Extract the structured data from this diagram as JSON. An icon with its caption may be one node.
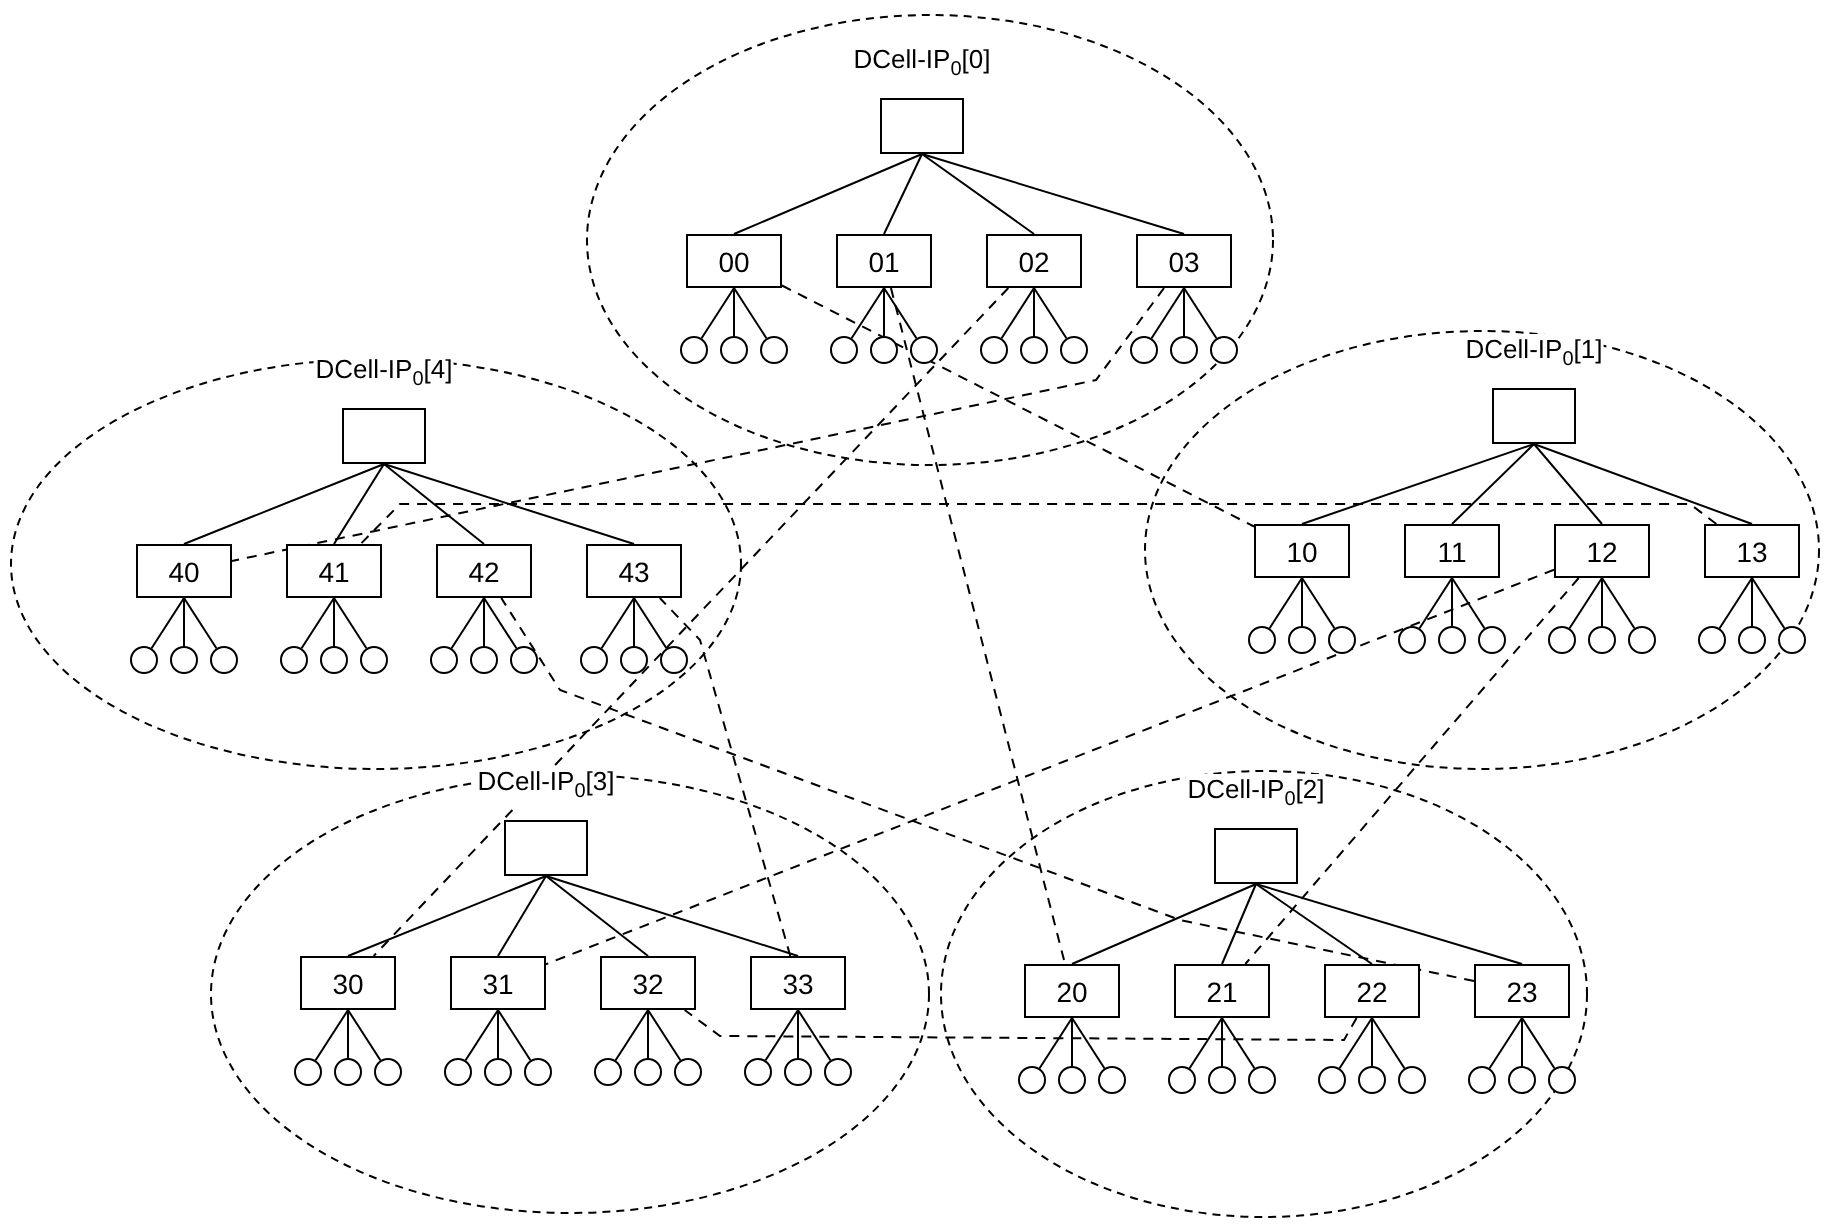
{
  "diagram": {
    "nodes": [
      {
        "text": [
          "DCell-IP$_{0}$[0]"
        ]
      },
      {
        "text": [],
        "shape": "box",
        "in": 0
      },
      {
        "text": [
          "00"
        ],
        "in": 0
      },
      {
        "text": [
          "01"
        ],
        "in": 0
      },
      {
        "text": [
          "02"
        ],
        "in": 0
      },
      {
        "text": [
          "03"
        ],
        "in": 0
      },
      {
        "text": [],
        "shape": "circle",
        "in": 0
      },
      {
        "text": [],
        "shape": "circle",
        "in": 0
      },
      {
        "text": [],
        "shape": "circle",
        "in": 0
      },
      {
        "text": [],
        "shape": "circle",
        "in": 0
      },
      {
        "text": [],
        "shape": "circle",
        "in": 0
      },
      {
        "text": [],
        "shape": "circle",
        "in": 0
      },
      {
        "text": [],
        "shape": "circle",
        "in": 0
      },
      {
        "text": [],
        "shape": "circle",
        "in": 0
      },
      {
        "text": [],
        "shape": "circle",
        "in": 0
      },
      {
        "text": [],
        "shape": "circle",
        "in": 0
      },
      {
        "text": [],
        "shape": "circle",
        "in": 0
      },
      {
        "text": [],
        "shape": "circle",
        "in": 0
      },
      {
        "text": [
          "DCell-IP$_{0}$[1]"
        ]
      },
      {
        "text": [],
        "shape": "box",
        "in": 18
      },
      {
        "text": [
          "10"
        ],
        "in": 18
      },
      {
        "text": [
          "11"
        ],
        "in": 18
      },
      {
        "text": [
          "12"
        ],
        "in": 18
      },
      {
        "text": [
          "13"
        ],
        "in": 18
      },
      {
        "text": [],
        "shape": "circle",
        "in": 18
      },
      {
        "text": [],
        "shape": "circle",
        "in": 18
      },
      {
        "text": [],
        "shape": "circle",
        "in": 18
      },
      {
        "text": [],
        "shape": "circle",
        "in": 18
      },
      {
        "text": [],
        "shape": "circle",
        "in": 18
      },
      {
        "text": [],
        "shape": "circle",
        "in": 18
      },
      {
        "text": [],
        "shape": "circle",
        "in": 18
      },
      {
        "text": [],
        "shape": "circle",
        "in": 18
      },
      {
        "text": [],
        "shape": "circle",
        "in": 18
      },
      {
        "text": [],
        "shape": "circle",
        "in": 18
      },
      {
        "text": [],
        "shape": "circle",
        "in": 18
      },
      {
        "text": [],
        "shape": "circle",
        "in": 18
      },
      {
        "text": [
          "DCell-IP$_{0}$[2]"
        ]
      },
      {
        "text": [],
        "shape": "box",
        "in": 36
      },
      {
        "text": [
          "20"
        ],
        "in": 36
      },
      {
        "text": [
          "21"
        ],
        "in": 36
      },
      {
        "text": [
          "22"
        ],
        "in": 36
      },
      {
        "text": [
          "23"
        ],
        "in": 36
      },
      {
        "text": [],
        "shape": "circle",
        "in": 36
      },
      {
        "text": [],
        "shape": "circle",
        "in": 36
      },
      {
        "text": [],
        "shape": "circle",
        "in": 36
      },
      {
        "text": [],
        "shape": "circle",
        "in": 36
      },
      {
        "text": [],
        "shape": "circle",
        "in": 36
      },
      {
        "text": [],
        "shape": "circle",
        "in": 36
      },
      {
        "text": [],
        "shape": "circle",
        "in": 36
      },
      {
        "text": [],
        "shape": "circle",
        "in": 36
      },
      {
        "text": [],
        "shape": "circle",
        "in": 36
      },
      {
        "text": [],
        "shape": "circle",
        "in": 36
      },
      {
        "text": [],
        "shape": "circle",
        "in": 36
      },
      {
        "text": [],
        "shape": "circle",
        "in": 36
      },
      {
        "text": [
          "DCell-IP$_{0}$[3]"
        ]
      },
      {
        "text": [],
        "shape": "box",
        "in": 54
      },
      {
        "text": [
          "30"
        ],
        "in": 54
      },
      {
        "text": [
          "31"
        ],
        "in": 54
      },
      {
        "text": [
          "32"
        ],
        "in": 54
      },
      {
        "text": [
          "33"
        ],
        "in": 54
      },
      {
        "text": [],
        "shape": "circle",
        "in": 54
      },
      {
        "text": [],
        "shape": "circle",
        "in": 54
      },
      {
        "text": [],
        "shape": "circle",
        "in": 54
      },
      {
        "text": [],
        "shape": "circle",
        "in": 54
      },
      {
        "text": [],
        "shape": "circle",
        "in": 54
      },
      {
        "text": [],
        "shape": "circle",
        "in": 54
      },
      {
        "text": [],
        "shape": "circle",
        "in": 54
      },
      {
        "text": [],
        "shape": "circle",
        "in": 54
      },
      {
        "text": [],
        "shape": "circle",
        "in": 54
      },
      {
        "text": [],
        "shape": "circle",
        "in": 54
      },
      {
        "text": [],
        "shape": "circle",
        "in": 54
      },
      {
        "text": [],
        "shape": "circle",
        "in": 54
      },
      {
        "text": [
          "DCell-IP$_{0}$[4]"
        ]
      },
      {
        "text": [],
        "shape": "box",
        "in": 72
      },
      {
        "text": [
          "40"
        ],
        "in": 72
      },
      {
        "text": [
          "41"
        ],
        "in": 72
      },
      {
        "text": [
          "42"
        ],
        "in": 72
      },
      {
        "text": [
          "43"
        ],
        "in": 72
      },
      {
        "text": [],
        "shape": "circle",
        "in": 72
      },
      {
        "text": [],
        "shape": "circle",
        "in": 72
      },
      {
        "text": [],
        "shape": "circle",
        "in": 72
      },
      {
        "text": [],
        "shape": "circle",
        "in": 72
      },
      {
        "text": [],
        "shape": "circle",
        "in": 72
      },
      {
        "text": [],
        "shape": "circle",
        "in": 72
      },
      {
        "text": [],
        "shape": "circle",
        "in": 72
      },
      {
        "text": [],
        "shape": "circle",
        "in": 72
      },
      {
        "text": [],
        "shape": "circle",
        "in": 72
      },
      {
        "text": [],
        "shape": "circle",
        "in": 72
      },
      {
        "text": [],
        "shape": "circle",
        "in": 72
      },
      {
        "text": [],
        "shape": "circle",
        "in": 72
      }
    ],
    "edges": [
      {
        "from": 1,
        "to": 2,
        "arrow": "none"
      },
      {
        "from": 1,
        "to": 3,
        "arrow": "none"
      },
      {
        "from": 1,
        "to": 4,
        "arrow": "none"
      },
      {
        "from": 1,
        "to": 5,
        "arrow": "none"
      },
      {
        "from": 2,
        "to": 6,
        "arrow": "none"
      },
      {
        "from": 2,
        "to": 7,
        "arrow": "none"
      },
      {
        "from": 2,
        "to": 8,
        "arrow": "none"
      },
      {
        "from": 3,
        "to": 9,
        "arrow": "none"
      },
      {
        "from": 3,
        "to": 10,
        "arrow": "none"
      },
      {
        "from": 3,
        "to": 11,
        "arrow": "none"
      },
      {
        "from": 4,
        "to": 12,
        "arrow": "none"
      },
      {
        "from": 4,
        "to": 13,
        "arrow": "none"
      },
      {
        "from": 4,
        "to": 14,
        "arrow": "none"
      },
      {
        "from": 5,
        "to": 15,
        "arrow": "none"
      },
      {
        "from": 5,
        "to": 16,
        "arrow": "none"
      },
      {
        "from": 5,
        "to": 17,
        "arrow": "none"
      },
      {
        "from": 19,
        "to": 20,
        "arrow": "none"
      },
      {
        "from": 19,
        "to": 21,
        "arrow": "none"
      },
      {
        "from": 19,
        "to": 22,
        "arrow": "none"
      },
      {
        "from": 19,
        "to": 23,
        "arrow": "none"
      },
      {
        "from": 20,
        "to": 24,
        "arrow": "none"
      },
      {
        "from": 20,
        "to": 25,
        "arrow": "none"
      },
      {
        "from": 20,
        "to": 26,
        "arrow": "none"
      },
      {
        "from": 21,
        "to": 27,
        "arrow": "none"
      },
      {
        "from": 21,
        "to": 28,
        "arrow": "none"
      },
      {
        "from": 21,
        "to": 29,
        "arrow": "none"
      },
      {
        "from": 22,
        "to": 30,
        "arrow": "none"
      },
      {
        "from": 22,
        "to": 31,
        "arrow": "none"
      },
      {
        "from": 22,
        "to": 32,
        "arrow": "none"
      },
      {
        "from": 23,
        "to": 33,
        "arrow": "none"
      },
      {
        "from": 23,
        "to": 34,
        "arrow": "none"
      },
      {
        "from": 23,
        "to": 35,
        "arrow": "none"
      },
      {
        "from": 37,
        "to": 38,
        "arrow": "none"
      },
      {
        "from": 37,
        "to": 39,
        "arrow": "none"
      },
      {
        "from": 37,
        "to": 40,
        "arrow": "none"
      },
      {
        "from": 37,
        "to": 41,
        "arrow": "none"
      },
      {
        "from": 38,
        "to": 42,
        "arrow": "none"
      },
      {
        "from": 38,
        "to": 43,
        "arrow": "none"
      },
      {
        "from": 38,
        "to": 44,
        "arrow": "none"
      },
      {
        "from": 39,
        "to": 45,
        "arrow": "none"
      },
      {
        "from": 39,
        "to": 46,
        "arrow": "none"
      },
      {
        "from": 39,
        "to": 47,
        "arrow": "none"
      },
      {
        "from": 40,
        "to": 48,
        "arrow": "none"
      },
      {
        "from": 40,
        "to": 49,
        "arrow": "none"
      },
      {
        "from": 40,
        "to": 50,
        "arrow": "none"
      },
      {
        "from": 41,
        "to": 51,
        "arrow": "none"
      },
      {
        "from": 41,
        "to": 52,
        "arrow": "none"
      },
      {
        "from": 41,
        "to": 53,
        "arrow": "none"
      },
      {
        "from": 55,
        "to": 56,
        "arrow": "none"
      },
      {
        "from": 55,
        "to": 57,
        "arrow": "none"
      },
      {
        "from": 55,
        "to": 58,
        "arrow": "none"
      },
      {
        "from": 55,
        "to": 59,
        "arrow": "none"
      },
      {
        "from": 56,
        "to": 60,
        "arrow": "none"
      },
      {
        "from": 56,
        "to": 61,
        "arrow": "none"
      },
      {
        "from": 56,
        "to": 62,
        "arrow": "none"
      },
      {
        "from": 57,
        "to": 63,
        "arrow": "none"
      },
      {
        "from": 57,
        "to": 64,
        "arrow": "none"
      },
      {
        "from": 57,
        "to": 65,
        "arrow": "none"
      },
      {
        "from": 58,
        "to": 66,
        "arrow": "none"
      },
      {
        "from": 58,
        "to": 67,
        "arrow": "none"
      },
      {
        "from": 58,
        "to": 68,
        "arrow": "none"
      },
      {
        "from": 59,
        "to": 69,
        "arrow": "none"
      },
      {
        "from": 59,
        "to": 70,
        "arrow": "none"
      },
      {
        "from": 59,
        "to": 71,
        "arrow": "none"
      },
      {
        "from": 73,
        "to": 74,
        "arrow": "none"
      },
      {
        "from": 73,
        "to": 75,
        "arrow": "none"
      },
      {
        "from": 73,
        "to": 76,
        "arrow": "none"
      },
      {
        "from": 73,
        "to": 77,
        "arrow": "none"
      },
      {
        "from": 74,
        "to": 78,
        "arrow": "none"
      },
      {
        "from": 74,
        "to": 79,
        "arrow": "none"
      },
      {
        "from": 74,
        "to": 80,
        "arrow": "none"
      },
      {
        "from": 75,
        "to": 81,
        "arrow": "none"
      },
      {
        "from": 75,
        "to": 82,
        "arrow": "none"
      },
      {
        "from": 75,
        "to": 83,
        "arrow": "none"
      },
      {
        "from": 76,
        "to": 84,
        "arrow": "none"
      },
      {
        "from": 76,
        "to": 85,
        "arrow": "none"
      },
      {
        "from": 76,
        "to": 86,
        "arrow": "none"
      },
      {
        "from": 77,
        "to": 87,
        "arrow": "none"
      },
      {
        "from": 77,
        "to": 88,
        "arrow": "none"
      },
      {
        "from": 77,
        "to": 89,
        "arrow": "none"
      },
      {
        "from": 2,
        "to": 20,
        "arrow": "none",
        "style": "dashed"
      },
      {
        "from": 3,
        "to": 38,
        "arrow": "none",
        "style": "dashed"
      },
      {
        "from": 4,
        "to": 56,
        "arrow": "none",
        "style": "dashed"
      },
      {
        "from": 5,
        "to": 74,
        "arrow": "none",
        "style": "dashed"
      },
      {
        "from": 22,
        "to": 39,
        "arrow": "none",
        "style": "dashed"
      },
      {
        "from": 22,
        "to": 57,
        "arrow": "none",
        "style": "dashed"
      },
      {
        "from": 23,
        "to": 75,
        "arrow": "none",
        "style": "dashed"
      },
      {
        "from": 41,
        "to": 76,
        "arrow": "none",
        "style": "dashed"
      },
      {
        "from": 40,
        "to": 58,
        "arrow": "none",
        "style": "dashed"
      },
      {
        "from": 59,
        "to": 77,
        "arrow": "none",
        "style": "dashed"
      }
    ]
  }
}
